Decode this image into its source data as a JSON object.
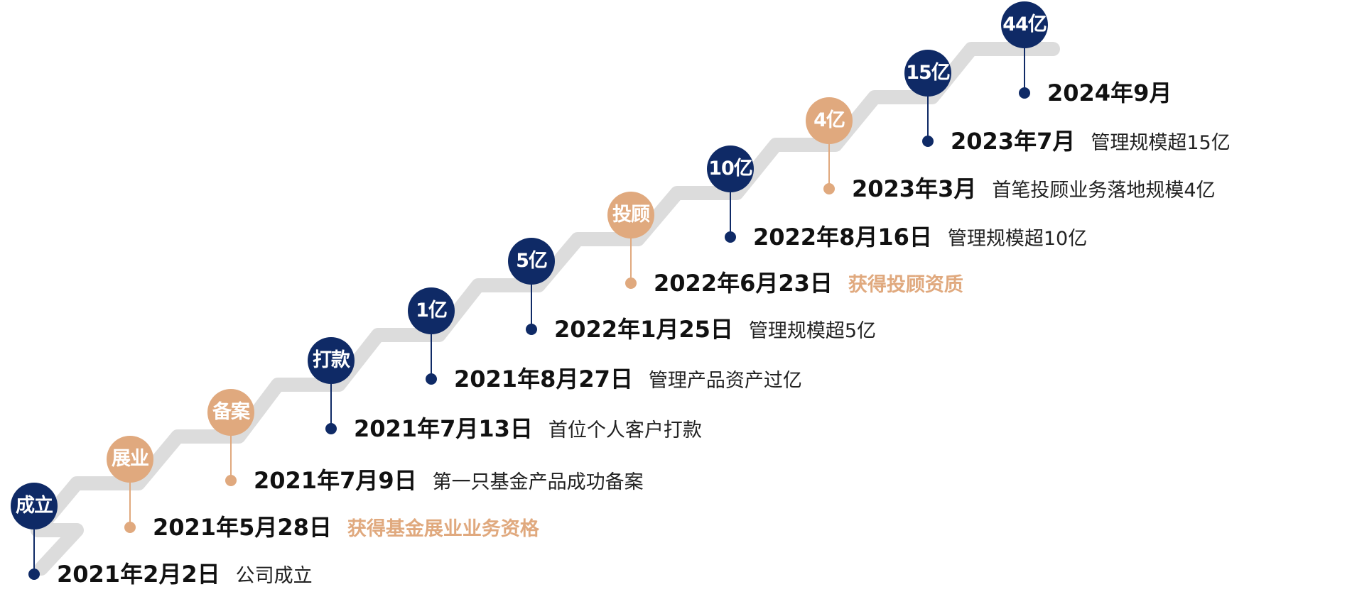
{
  "colors": {
    "navy": "#0f2a66",
    "tan": "#e0a97e",
    "stair": "#dcdcdc",
    "text": "#111111"
  },
  "milestones": [
    {
      "badge": "成立",
      "date": "2021年2月2日",
      "desc": "公司成立",
      "tone": "navy",
      "highlight": false
    },
    {
      "badge": "展业",
      "date": "2021年5月28日",
      "desc": "获得基金展业业务资格",
      "tone": "tan",
      "highlight": true
    },
    {
      "badge": "备案",
      "date": "2021年7月9日",
      "desc": "第一只基金产品成功备案",
      "tone": "tan",
      "highlight": false
    },
    {
      "badge": "打款",
      "date": "2021年7月13日",
      "desc": "首位个人客户打款",
      "tone": "navy",
      "highlight": false
    },
    {
      "badge": "1亿",
      "date": "2021年8月27日",
      "desc": "管理产品资产过亿",
      "tone": "navy",
      "highlight": false
    },
    {
      "badge": "5亿",
      "date": "2022年1月25日",
      "desc": "管理规模超5亿",
      "tone": "navy",
      "highlight": false
    },
    {
      "badge": "投顾",
      "date": "2022年6月23日",
      "desc": "获得投顾资质",
      "tone": "tan",
      "highlight": true
    },
    {
      "badge": "10亿",
      "date": "2022年8月16日",
      "desc": "管理规模超10亿",
      "tone": "navy",
      "highlight": false
    },
    {
      "badge": "4亿",
      "date": "2023年3月",
      "desc": "首笔投顾业务落地规模4亿",
      "tone": "tan",
      "highlight": false
    },
    {
      "badge": "15亿",
      "date": "2023年7月",
      "desc": "管理规模超15亿",
      "tone": "navy",
      "highlight": false
    },
    {
      "badge": "44亿",
      "date": "2024年9月",
      "desc": "",
      "tone": "navy",
      "highlight": false
    }
  ]
}
